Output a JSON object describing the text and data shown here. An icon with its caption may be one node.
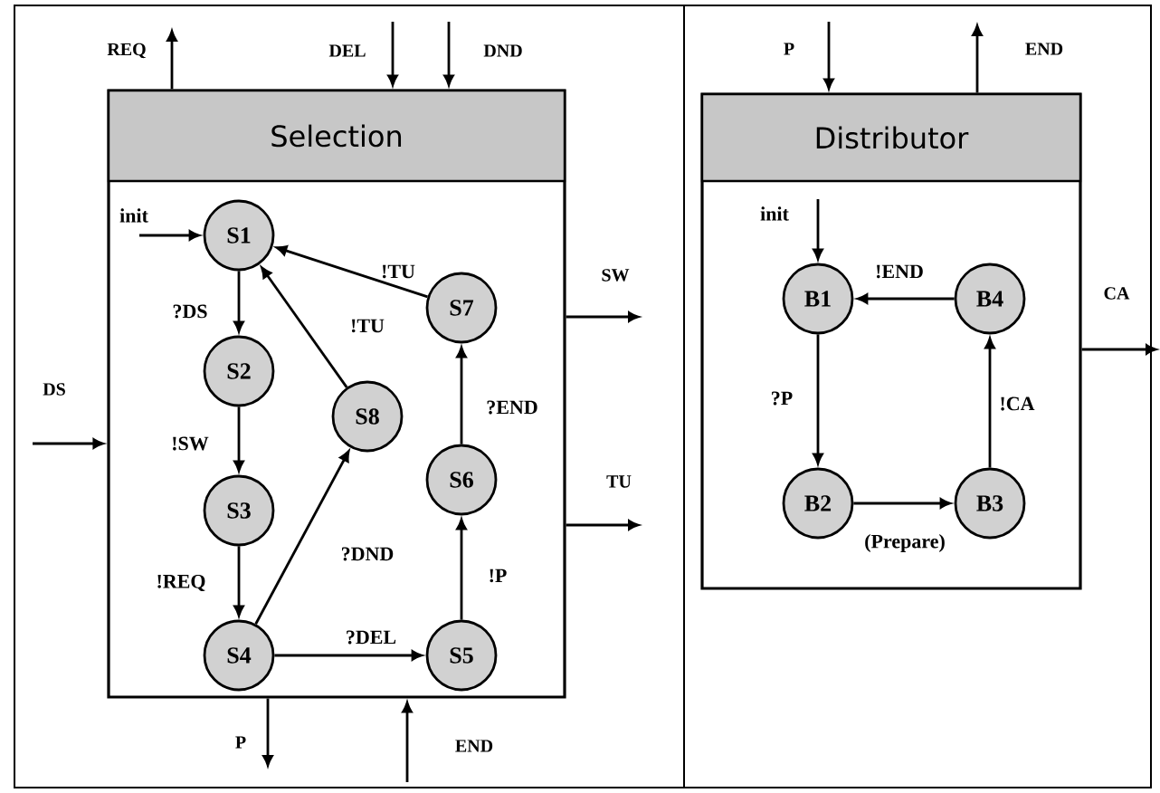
{
  "diagram": {
    "nodes": [
      {
        "text": [
          "Selection"
        ]
      },
      {
        "text": [
          "S1"
        ],
        "in": 0
      },
      {
        "text": [
          "S2"
        ],
        "in": 0
      },
      {
        "text": [
          "S3"
        ],
        "in": 0
      },
      {
        "text": [
          "S4"
        ],
        "in": 0
      },
      {
        "text": [
          "S5"
        ],
        "in": 0
      },
      {
        "text": [
          "S6"
        ],
        "in": 0
      },
      {
        "text": [
          "S7"
        ],
        "in": 0
      },
      {
        "text": [
          "S8"
        ],
        "in": 0
      },
      {
        "text": [
          "Distributor"
        ]
      },
      {
        "text": [
          "B1"
        ],
        "in": 9
      },
      {
        "text": [
          "B2"
        ],
        "in": 9
      },
      {
        "text": [
          "B3"
        ],
        "in": 9
      },
      {
        "text": [
          "B4"
        ],
        "in": 9
      }
    ],
    "edges": [
      {
        "from": 0,
        "to": null,
        "arrow": "to",
        "label": "REQ"
      },
      {
        "from": null,
        "to": 0,
        "arrow": "to",
        "label": "DEL"
      },
      {
        "from": null,
        "to": 0,
        "arrow": "to",
        "label": "DND"
      },
      {
        "from": null,
        "to": 0,
        "arrow": "to",
        "label": "DS"
      },
      {
        "from": 0,
        "to": null,
        "arrow": "to",
        "label": "SW"
      },
      {
        "from": 0,
        "to": null,
        "arrow": "to",
        "label": "TU"
      },
      {
        "from": 0,
        "to": null,
        "arrow": "to",
        "label": "P"
      },
      {
        "from": null,
        "to": 0,
        "arrow": "to",
        "label": "END"
      },
      {
        "from": null,
        "to": 1,
        "arrow": "to",
        "label": "init"
      },
      {
        "from": 1,
        "to": 2,
        "arrow": "to",
        "label": "?DS"
      },
      {
        "from": 2,
        "to": 3,
        "arrow": "to",
        "label": "!SW"
      },
      {
        "from": 3,
        "to": 4,
        "arrow": "to",
        "label": "!REQ"
      },
      {
        "from": 4,
        "to": 8,
        "arrow": "to",
        "label": "?DND"
      },
      {
        "from": 8,
        "to": 1,
        "arrow": "to",
        "label": "!TU"
      },
      {
        "from": 4,
        "to": 5,
        "arrow": "to",
        "label": "?DEL"
      },
      {
        "from": 5,
        "to": 6,
        "arrow": "to",
        "label": "!P"
      },
      {
        "from": 6,
        "to": 7,
        "arrow": "to",
        "label": "?END"
      },
      {
        "from": 7,
        "to": 1,
        "arrow": "to",
        "label": "!TU"
      },
      {
        "from": null,
        "to": 9,
        "arrow": "to",
        "label": "P"
      },
      {
        "from": 9,
        "to": null,
        "arrow": "to",
        "label": "END"
      },
      {
        "from": 9,
        "to": null,
        "arrow": "to",
        "label": "CA"
      },
      {
        "from": null,
        "to": 10,
        "arrow": "to",
        "label": "init"
      },
      {
        "from": 10,
        "to": 11,
        "arrow": "to",
        "label": "?P"
      },
      {
        "from": 11,
        "to": 12,
        "arrow": "to",
        "label": "(Prepare)"
      },
      {
        "from": 12,
        "to": 13,
        "arrow": "to",
        "label": "!CA"
      },
      {
        "from": 13,
        "to": 10,
        "arrow": "to",
        "label": "!END"
      }
    ]
  }
}
